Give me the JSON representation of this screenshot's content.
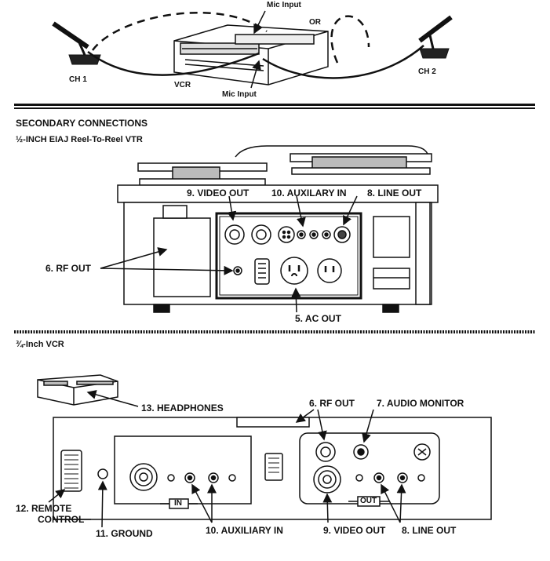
{
  "top_section": {
    "mic_input_top": "Mic Input",
    "or": "OR",
    "ch1": "CH 1",
    "ch2": "CH 2",
    "vcr": "VCR",
    "mic_input_bottom": "Mic Input"
  },
  "secondary": {
    "heading": "SECONDARY CONNECTIONS",
    "subheading": "½-INCH EIAJ Reel-To-Reel VTR",
    "video_out": "9.  VIDEO OUT",
    "auxilary_in": "10.  AUXILARY IN",
    "line_out": "8.  LINE OUT",
    "rf_out": "6.  RF OUT",
    "ac_out": "5.  AC OUT"
  },
  "vcr34": {
    "heading": "¾-Inch VCR",
    "headphones": "13.  HEADPHONES",
    "rf_out": "6.  RF OUT",
    "audio_monitor": "7.  AUDIO MONITOR",
    "remote_1": "12.  REMOTE",
    "remote_2": "CONTROL",
    "ground": "11.  GROUND",
    "auxiliary_in": "10.  AUXILIARY IN",
    "video_out": "9.  VIDEO OUT",
    "line_out": "8.  LINE OUT",
    "in_tag": "IN",
    "out_tag": "OUT"
  }
}
